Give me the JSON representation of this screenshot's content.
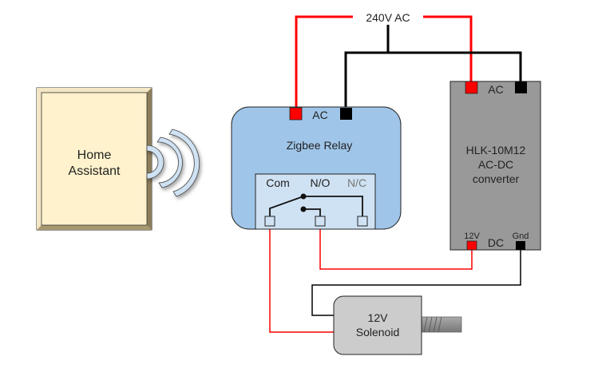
{
  "diagram": {
    "supply_label": "240V AC",
    "home_assistant": {
      "line1": "Home",
      "line2": "Assistant",
      "icon": "wireless-signal-icon"
    },
    "relay": {
      "title": "Zigbee Relay",
      "ac_label": "AC",
      "com_label": "Com",
      "no_label": "N/O",
      "nc_label": "N/C"
    },
    "converter": {
      "line1": "HLK-10M12",
      "line2": "AC-DC",
      "line3": "converter",
      "ac_label": "AC",
      "dc_label": "DC",
      "v12_label": "12V",
      "gnd_label": "Gnd"
    },
    "solenoid": {
      "line1": "12V",
      "line2": "Solenoid"
    },
    "colors": {
      "live_wire": "#ff0000",
      "neutral_wire": "#000000",
      "relay_fill": "#9fc5e8",
      "relay_inner": "#cfe2f3",
      "converter_fill": "#999999",
      "ha_fill": "#fff2cc",
      "solenoid_fill": "#cccccc"
    }
  }
}
